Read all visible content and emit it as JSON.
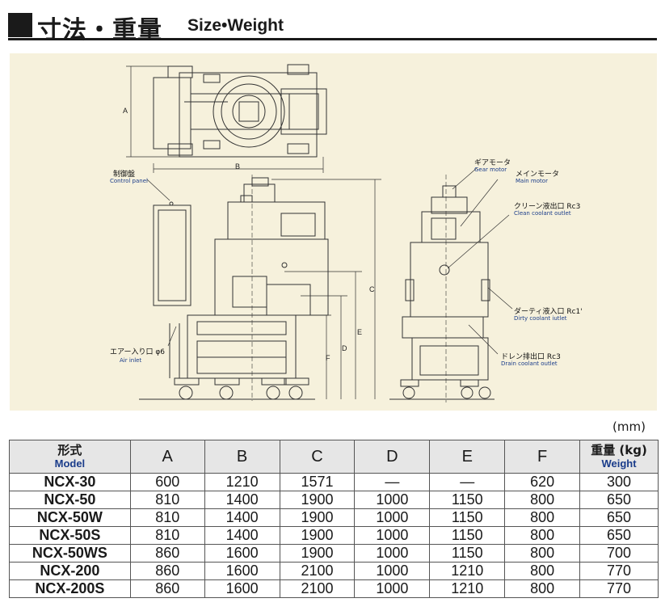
{
  "header": {
    "title_jp": "寸法・重量",
    "title_en": "Size•Weight"
  },
  "figure": {
    "labels": {
      "control_panel_jp": "制御盤",
      "control_panel_en": "Control panel",
      "gear_motor_jp": "ギアモータ",
      "gear_motor_en": "Gear motor",
      "main_motor_jp": "メインモータ",
      "main_motor_en": "Main motor",
      "clean_outlet_jp": "クリーン液出口 Rc3",
      "clean_outlet_en": "Clean coolant outlet",
      "dirty_inlet_jp": "ダーティ液入口 Rc1'",
      "dirty_inlet_en": "Dirty coolant iutlet",
      "drain_outlet_jp": "ドレン排出口 Rc3",
      "drain_outlet_en": "Drain coolant outlet",
      "air_inlet_jp": "エアー入り口 φ6",
      "air_inlet_en": "Air inlet"
    },
    "dims": {
      "a": "A",
      "b": "B",
      "c": "C",
      "d": "D",
      "e": "E",
      "f": "F"
    }
  },
  "table": {
    "unit": "(mm)",
    "headers": {
      "model_jp": "形式",
      "model_en": "Model",
      "a": "A",
      "b": "B",
      "c": "C",
      "d": "D",
      "e": "E",
      "f": "F",
      "weight_jp": "重量 (kg)",
      "weight_en": "Weight"
    },
    "rows": [
      [
        "NCX-30",
        "600",
        "1210",
        "1571",
        "—",
        "—",
        "620",
        "300"
      ],
      [
        "NCX-50",
        "810",
        "1400",
        "1900",
        "1000",
        "1150",
        "800",
        "650"
      ],
      [
        "NCX-50W",
        "810",
        "1400",
        "1900",
        "1000",
        "1150",
        "800",
        "650"
      ],
      [
        "NCX-50S",
        "810",
        "1400",
        "1900",
        "1000",
        "1150",
        "800",
        "650"
      ],
      [
        "NCX-50WS",
        "860",
        "1600",
        "1900",
        "1000",
        "1150",
        "800",
        "700"
      ],
      [
        "NCX-200",
        "860",
        "1600",
        "2100",
        "1000",
        "1210",
        "800",
        "770"
      ],
      [
        "NCX-200S",
        "860",
        "1600",
        "2100",
        "1000",
        "1210",
        "800",
        "770"
      ]
    ]
  }
}
